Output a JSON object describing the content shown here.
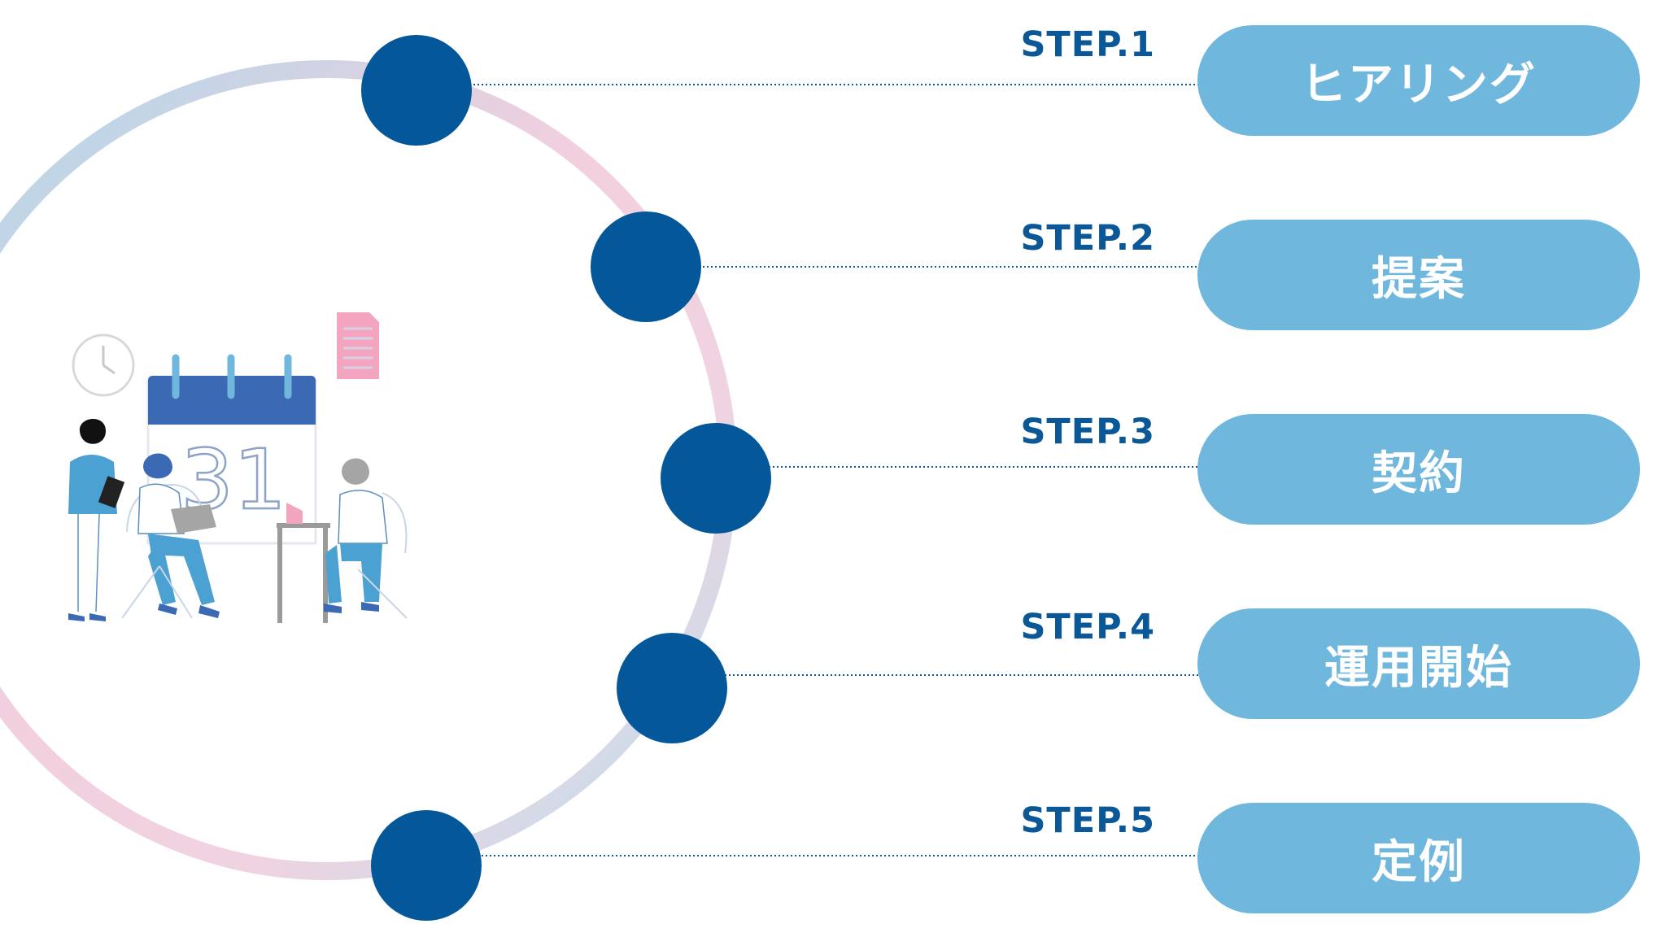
{
  "steps": [
    {
      "label": "STEP.1",
      "name": "ヒアリング"
    },
    {
      "label": "STEP.2",
      "name": "提案"
    },
    {
      "label": "STEP.3",
      "name": "契約"
    },
    {
      "label": "STEP.4",
      "name": "運用開始"
    },
    {
      "label": "STEP.5",
      "name": "定例"
    }
  ],
  "illustration": {
    "calendar_day": "31"
  },
  "colors": {
    "node": "#04589a",
    "pill": "#6fb7dd",
    "step_text": "#0a5897",
    "ring_blue": "#a9d8ea",
    "ring_pink": "#f2cfde",
    "calendar_header": "#3b69b4",
    "person_blue": "#4ca1d3"
  }
}
